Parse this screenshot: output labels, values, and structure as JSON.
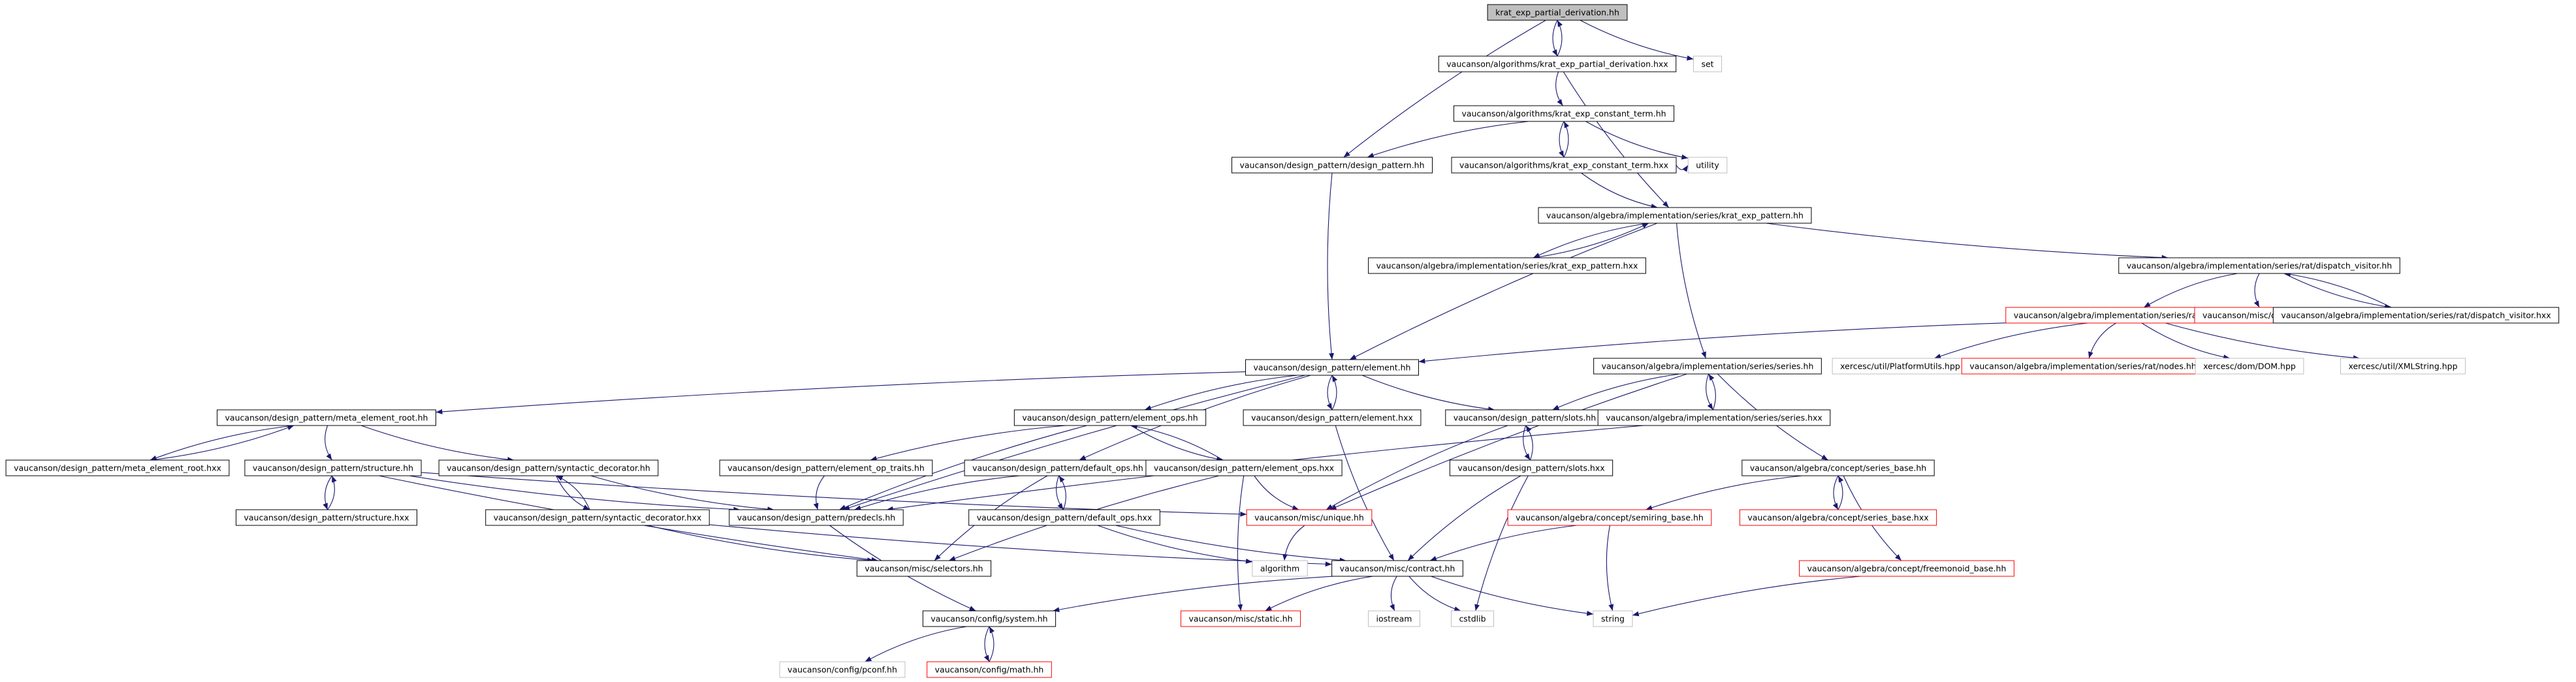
{
  "colors": {
    "edge": "#191970",
    "border_default": "#000000",
    "border_truncated": "#ff0000",
    "border_external": "#bfbfbf",
    "root_fill": "#bfbfbf",
    "node_fill": "#ffffff",
    "text": "#000000"
  },
  "nodes": [
    {
      "id": "root",
      "label": "krat_exp_partial_derivation.hh",
      "kind": "root"
    },
    {
      "id": "kepd_hxx",
      "label": "vaucanson/algorithms/krat_exp_partial_derivation.hxx",
      "kind": "default"
    },
    {
      "id": "set",
      "label": "set",
      "kind": "external"
    },
    {
      "id": "kect_hh",
      "label": "vaucanson/algorithms/krat_exp_constant_term.hh",
      "kind": "default"
    },
    {
      "id": "dp_hh",
      "label": "vaucanson/design_pattern/design_pattern.hh",
      "kind": "default"
    },
    {
      "id": "kect_hxx",
      "label": "vaucanson/algorithms/krat_exp_constant_term.hxx",
      "kind": "default"
    },
    {
      "id": "utility",
      "label": "utility",
      "kind": "external"
    },
    {
      "id": "kep_hh",
      "label": "vaucanson/algebra/implementation/series/krat_exp_pattern.hh",
      "kind": "default"
    },
    {
      "id": "kep_hxx",
      "label": "vaucanson/algebra/implementation/series/krat_exp_pattern.hxx",
      "kind": "default"
    },
    {
      "id": "dv_hh",
      "label": "vaucanson/algebra/implementation/series/rat/dispatch_visitor.hh",
      "kind": "default"
    },
    {
      "id": "exp_hh",
      "label": "vaucanson/algebra/implementation/series/rat/exp.hh",
      "kind": "truncated"
    },
    {
      "id": "deferrer",
      "label": "vaucanson/misc/deferrer.hh",
      "kind": "truncated"
    },
    {
      "id": "dv_hxx",
      "label": "vaucanson/algebra/implementation/series/rat/dispatch_visitor.hxx",
      "kind": "default"
    },
    {
      "id": "el_hh",
      "label": "vaucanson/design_pattern/element.hh",
      "kind": "default"
    },
    {
      "id": "ser_hh",
      "label": "vaucanson/algebra/implementation/series/series.hh",
      "kind": "default"
    },
    {
      "id": "platutil",
      "label": "xercesc/util/PlatformUtils.hpp",
      "kind": "external"
    },
    {
      "id": "nodes_hh",
      "label": "vaucanson/algebra/implementation/series/rat/nodes.hh",
      "kind": "truncated"
    },
    {
      "id": "dom",
      "label": "xercesc/dom/DOM.hpp",
      "kind": "external"
    },
    {
      "id": "xmlstr",
      "label": "xercesc/util/XMLString.hpp",
      "kind": "external"
    },
    {
      "id": "mer_hh",
      "label": "vaucanson/design_pattern/meta_element_root.hh",
      "kind": "default"
    },
    {
      "id": "elops_hh",
      "label": "vaucanson/design_pattern/element_ops.hh",
      "kind": "default"
    },
    {
      "id": "el_hxx",
      "label": "vaucanson/design_pattern/element.hxx",
      "kind": "default"
    },
    {
      "id": "slots_hh",
      "label": "vaucanson/design_pattern/slots.hh",
      "kind": "default"
    },
    {
      "id": "ser_hxx",
      "label": "vaucanson/algebra/implementation/series/series.hxx",
      "kind": "default"
    },
    {
      "id": "mer_hxx",
      "label": "vaucanson/design_pattern/meta_element_root.hxx",
      "kind": "default"
    },
    {
      "id": "struct_hh",
      "label": "vaucanson/design_pattern/structure.hh",
      "kind": "default"
    },
    {
      "id": "sd_hh",
      "label": "vaucanson/design_pattern/syntactic_decorator.hh",
      "kind": "default"
    },
    {
      "id": "eot_hh",
      "label": "vaucanson/design_pattern/element_op_traits.hh",
      "kind": "default"
    },
    {
      "id": "do_hh",
      "label": "vaucanson/design_pattern/default_ops.hh",
      "kind": "default"
    },
    {
      "id": "elops_hxx",
      "label": "vaucanson/design_pattern/element_ops.hxx",
      "kind": "default"
    },
    {
      "id": "slots_hxx",
      "label": "vaucanson/design_pattern/slots.hxx",
      "kind": "default"
    },
    {
      "id": "sb_hh",
      "label": "vaucanson/algebra/concept/series_base.hh",
      "kind": "default"
    },
    {
      "id": "struct_hxx",
      "label": "vaucanson/design_pattern/structure.hxx",
      "kind": "default"
    },
    {
      "id": "sd_hxx",
      "label": "vaucanson/design_pattern/syntactic_decorator.hxx",
      "kind": "default"
    },
    {
      "id": "pred_hh",
      "label": "vaucanson/design_pattern/predecls.hh",
      "kind": "default"
    },
    {
      "id": "do_hxx",
      "label": "vaucanson/design_pattern/default_ops.hxx",
      "kind": "default"
    },
    {
      "id": "unique_hh",
      "label": "vaucanson/misc/unique.hh",
      "kind": "truncated"
    },
    {
      "id": "srb_hh",
      "label": "vaucanson/algebra/concept/semiring_base.hh",
      "kind": "truncated"
    },
    {
      "id": "sb_hxx",
      "label": "vaucanson/algebra/concept/series_base.hxx",
      "kind": "truncated"
    },
    {
      "id": "sel_hh",
      "label": "vaucanson/misc/selectors.hh",
      "kind": "default"
    },
    {
      "id": "algorithm",
      "label": "algorithm",
      "kind": "external"
    },
    {
      "id": "contract_hh",
      "label": "vaucanson/misc/contract.hh",
      "kind": "default"
    },
    {
      "id": "fmb_hh",
      "label": "vaucanson/algebra/concept/freemonoid_base.hh",
      "kind": "truncated"
    },
    {
      "id": "sys_hh",
      "label": "vaucanson/config/system.hh",
      "kind": "default"
    },
    {
      "id": "static_hh",
      "label": "vaucanson/misc/static.hh",
      "kind": "truncated"
    },
    {
      "id": "iostream",
      "label": "iostream",
      "kind": "external"
    },
    {
      "id": "cstdlib",
      "label": "cstdlib",
      "kind": "external"
    },
    {
      "id": "string",
      "label": "string",
      "kind": "external"
    },
    {
      "id": "pconf",
      "label": "vaucanson/config/pconf.hh",
      "kind": "external"
    },
    {
      "id": "math_hh",
      "label": "vaucanson/config/math.hh",
      "kind": "truncated"
    }
  ],
  "edges": [
    [
      "root",
      "kepd_hxx"
    ],
    [
      "kepd_hxx",
      "root"
    ],
    [
      "root",
      "set"
    ],
    [
      "root",
      "dp_hh"
    ],
    [
      "kepd_hxx",
      "kect_hh"
    ],
    [
      "kepd_hxx",
      "kep_hh"
    ],
    [
      "kect_hh",
      "dp_hh"
    ],
    [
      "kect_hh",
      "kect_hxx"
    ],
    [
      "kect_hxx",
      "kect_hh"
    ],
    [
      "kect_hh",
      "utility"
    ],
    [
      "kect_hxx",
      "kep_hh"
    ],
    [
      "kect_hxx",
      "utility"
    ],
    [
      "dp_hh",
      "el_hh"
    ],
    [
      "kep_hh",
      "kep_hxx"
    ],
    [
      "kep_hxx",
      "kep_hh"
    ],
    [
      "kep_hh",
      "dv_hh"
    ],
    [
      "kep_hh",
      "el_hh"
    ],
    [
      "kep_hh",
      "ser_hh"
    ],
    [
      "dv_hh",
      "exp_hh"
    ],
    [
      "dv_hh",
      "deferrer"
    ],
    [
      "dv_hh",
      "dv_hxx"
    ],
    [
      "dv_hxx",
      "dv_hh"
    ],
    [
      "exp_hh",
      "el_hh"
    ],
    [
      "exp_hh",
      "platutil"
    ],
    [
      "exp_hh",
      "nodes_hh"
    ],
    [
      "exp_hh",
      "dom"
    ],
    [
      "exp_hh",
      "xmlstr"
    ],
    [
      "el_hh",
      "mer_hh"
    ],
    [
      "el_hh",
      "elops_hh"
    ],
    [
      "el_hh",
      "el_hxx"
    ],
    [
      "el_hxx",
      "el_hh"
    ],
    [
      "el_hh",
      "slots_hh"
    ],
    [
      "el_hh",
      "pred_hh"
    ],
    [
      "el_hh",
      "do_hh"
    ],
    [
      "ser_hh",
      "slots_hh"
    ],
    [
      "ser_hh",
      "ser_hxx"
    ],
    [
      "ser_hxx",
      "ser_hh"
    ],
    [
      "ser_hh",
      "sb_hh"
    ],
    [
      "ser_hh",
      "unique_hh"
    ],
    [
      "mer_hh",
      "mer_hxx"
    ],
    [
      "mer_hxx",
      "mer_hh"
    ],
    [
      "mer_hh",
      "struct_hh"
    ],
    [
      "mer_hh",
      "sd_hh"
    ],
    [
      "elops_hh",
      "eot_hh"
    ],
    [
      "elops_hh",
      "elops_hxx"
    ],
    [
      "elops_hxx",
      "elops_hh"
    ],
    [
      "elops_hh",
      "pred_hh"
    ],
    [
      "el_hxx",
      "contract_hh"
    ],
    [
      "slots_hh",
      "slots_hxx"
    ],
    [
      "slots_hxx",
      "slots_hh"
    ],
    [
      "slots_hh",
      "unique_hh"
    ],
    [
      "ser_hxx",
      "pred_hh"
    ],
    [
      "struct_hh",
      "struct_hxx"
    ],
    [
      "struct_hxx",
      "struct_hh"
    ],
    [
      "struct_hh",
      "pred_hh"
    ],
    [
      "struct_hh",
      "sel_hh"
    ],
    [
      "struct_hh",
      "unique_hh"
    ],
    [
      "sd_hh",
      "sd_hxx"
    ],
    [
      "sd_hxx",
      "sd_hh"
    ],
    [
      "sd_hh",
      "pred_hh"
    ],
    [
      "eot_hh",
      "pred_hh"
    ],
    [
      "do_hh",
      "do_hxx"
    ],
    [
      "do_hxx",
      "do_hh"
    ],
    [
      "do_hh",
      "pred_hh"
    ],
    [
      "do_hh",
      "sel_hh"
    ],
    [
      "elops_hxx",
      "unique_hh"
    ],
    [
      "elops_hxx",
      "sel_hh"
    ],
    [
      "elops_hxx",
      "static_hh"
    ],
    [
      "slots_hxx",
      "contract_hh"
    ],
    [
      "slots_hxx",
      "cstdlib"
    ],
    [
      "sb_hh",
      "srb_hh"
    ],
    [
      "sb_hh",
      "sb_hxx"
    ],
    [
      "sb_hxx",
      "sb_hh"
    ],
    [
      "sb_hh",
      "fmb_hh"
    ],
    [
      "sd_hxx",
      "sel_hh"
    ],
    [
      "sd_hxx",
      "contract_hh"
    ],
    [
      "pred_hh",
      "sys_hh"
    ],
    [
      "do_hxx",
      "contract_hh"
    ],
    [
      "do_hxx",
      "algorithm"
    ],
    [
      "unique_hh",
      "algorithm"
    ],
    [
      "srb_hh",
      "contract_hh"
    ],
    [
      "srb_hh",
      "string"
    ],
    [
      "fmb_hh",
      "string"
    ],
    [
      "contract_hh",
      "sys_hh"
    ],
    [
      "contract_hh",
      "static_hh"
    ],
    [
      "contract_hh",
      "iostream"
    ],
    [
      "contract_hh",
      "cstdlib"
    ],
    [
      "contract_hh",
      "string"
    ],
    [
      "sys_hh",
      "pconf"
    ],
    [
      "sys_hh",
      "math_hh"
    ],
    [
      "math_hh",
      "sys_hh"
    ]
  ]
}
